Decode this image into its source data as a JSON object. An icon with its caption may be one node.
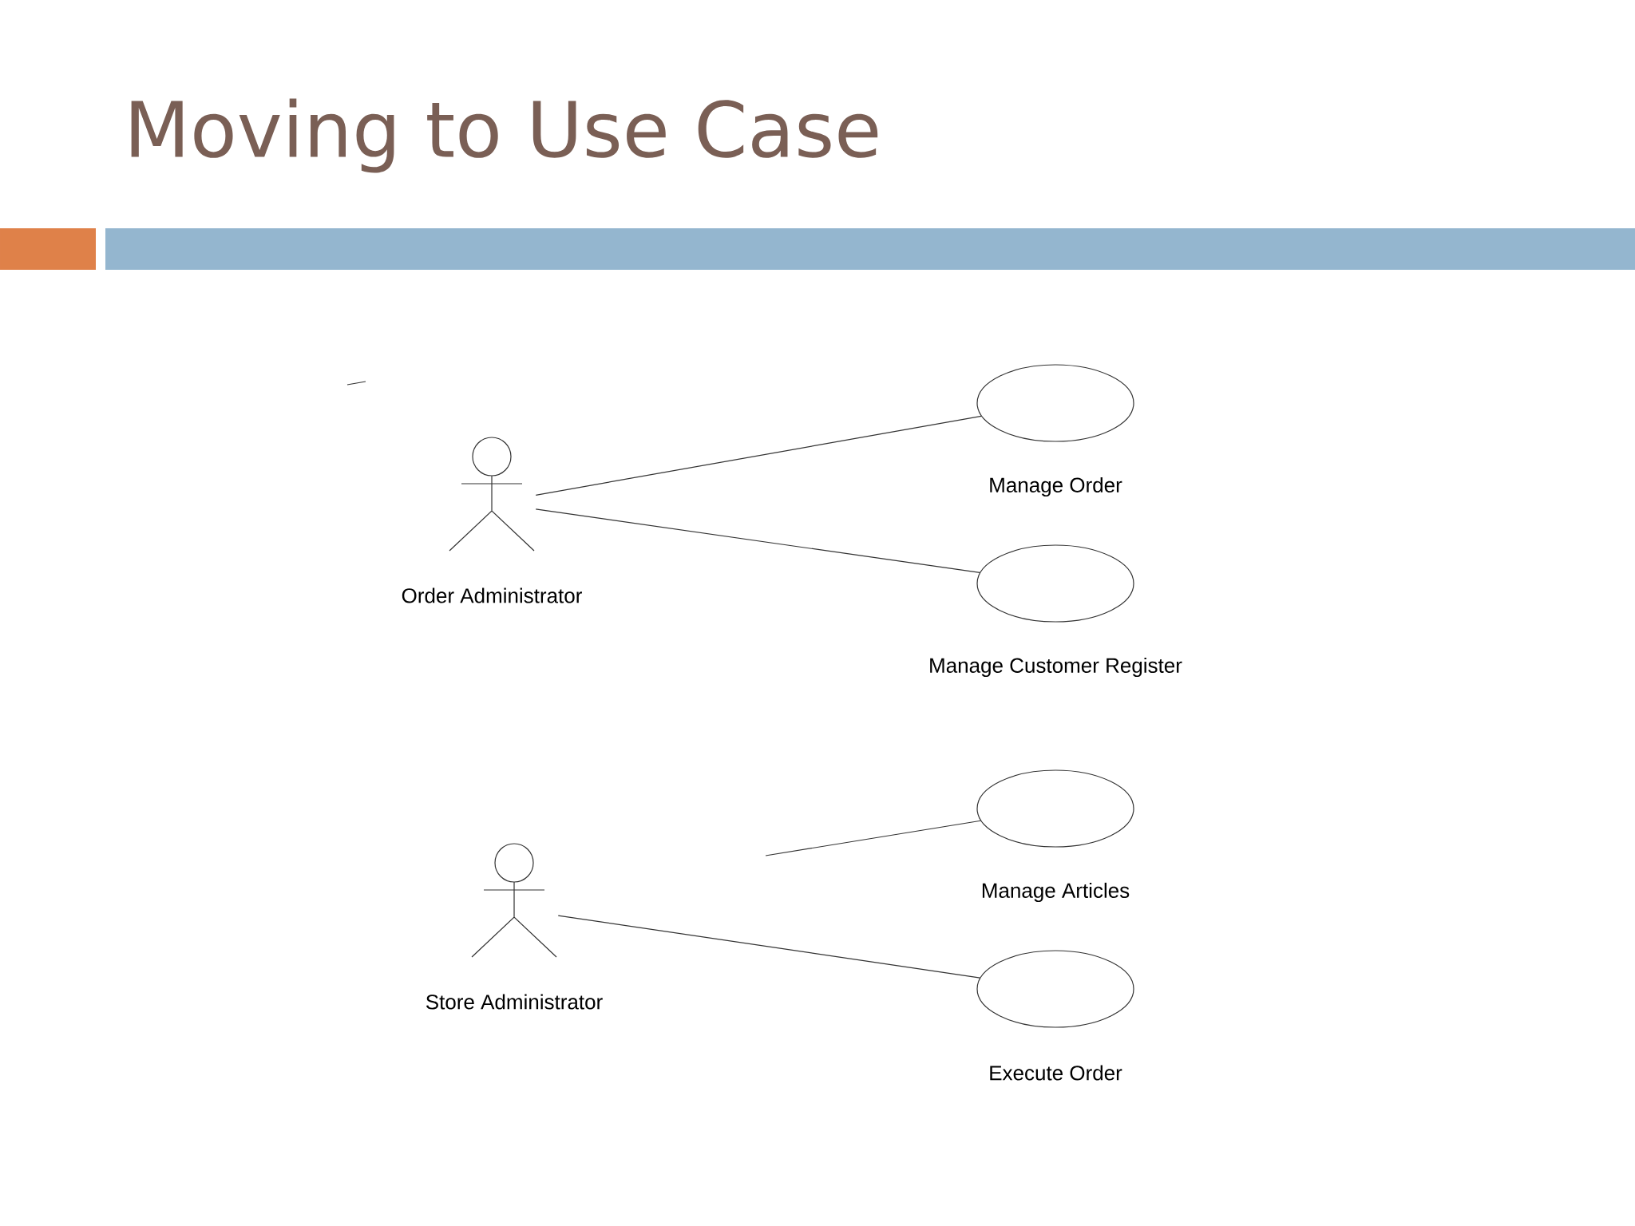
{
  "diagram": {
    "title": "Moving to Use Case",
    "nodes": [
      {
        "text": [
          "Order Administrator"
        ]
      },
      {
        "text": [
          "Manage Order"
        ]
      },
      {
        "text": [
          "Manage Customer Register"
        ]
      },
      {
        "text": [
          "Store Administrator"
        ]
      },
      {
        "text": [
          "Manage Articles"
        ]
      },
      {
        "text": [
          "Execute Order"
        ]
      }
    ],
    "edges": [
      {
        "from": 0,
        "to": 1,
        "arrow": "none"
      },
      {
        "from": 0,
        "to": 2,
        "arrow": "none"
      },
      {
        "from": null,
        "to": 4,
        "arrow": "none"
      },
      {
        "from": 3,
        "to": 5,
        "arrow": "none"
      }
    ]
  }
}
